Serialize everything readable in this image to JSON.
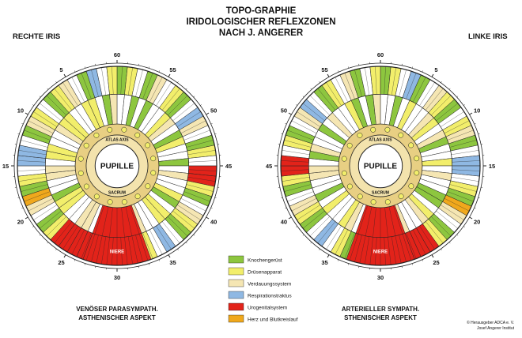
{
  "title_lines": [
    "TOPO-GRAPHIE",
    "IRIDOLOGISCHER REFLEXZONEN",
    "NACH J. ANGERER"
  ],
  "left_iris": {
    "label": "RECHTE IRIS",
    "pupil": "PUPILLE",
    "inner_top": "ATLAS AXIS",
    "inner_bottom": "SACRUM",
    "zone_label": "NIERE",
    "bottom_lines": [
      "VENÖSER PARASYMPATH.",
      "ASTHENISCHER ASPEKT"
    ],
    "clock": [
      {
        "label": "60",
        "hour": 0
      },
      {
        "label": "5",
        "hour": 1
      },
      {
        "label": "10",
        "hour": 2
      },
      {
        "label": "15",
        "hour": 3
      },
      {
        "label": "20",
        "hour": 4
      },
      {
        "label": "25",
        "hour": 5
      },
      {
        "label": "30",
        "hour": 6
      },
      {
        "label": "35",
        "hour": 7
      },
      {
        "label": "40",
        "hour": 8
      },
      {
        "label": "45",
        "hour": 9
      },
      {
        "label": "50",
        "hour": 10
      },
      {
        "label": "55",
        "hour": 11
      }
    ]
  },
  "right_iris": {
    "label": "LINKE IRIS",
    "pupil": "PUPILLE",
    "inner_top": "ATLAS AXIS",
    "inner_bottom": "SACRUM",
    "zone_label": "NIERE",
    "bottom_lines": [
      "ARTERIELLER SYMPATH.",
      "STHENISCHER ASPEKT"
    ],
    "clock": [
      {
        "label": "60",
        "hour": 0
      },
      {
        "label": "5",
        "hour": 1
      },
      {
        "label": "10",
        "hour": 2
      },
      {
        "label": "15",
        "hour": 3
      },
      {
        "label": "20",
        "hour": 4
      },
      {
        "label": "25",
        "hour": 5
      },
      {
        "label": "30",
        "hour": 6
      },
      {
        "label": "35",
        "hour": 7
      },
      {
        "label": "40",
        "hour": 8
      },
      {
        "label": "45",
        "hour": 9
      },
      {
        "label": "50",
        "hour": 10
      },
      {
        "label": "55",
        "hour": 11
      }
    ]
  },
  "legend": [
    {
      "label": "Knochengerüst",
      "color": "#8dc63f"
    },
    {
      "label": "Drüsenapparat",
      "color": "#f2ee6b"
    },
    {
      "label": "Verdauungssystem",
      "color": "#f5e6b3"
    },
    {
      "label": "Respirationstraktus",
      "color": "#8fb8e3"
    },
    {
      "label": "Urogenitalsystem",
      "color": "#e2231a"
    },
    {
      "label": "Herz und Blutkreislauf",
      "color": "#f0a81c"
    }
  ],
  "copyright_lines": [
    "© Herausgeber ADCA e. V.",
    "Josef Angerer Institut"
  ],
  "colors": {
    "line": "#222222",
    "tan": "#e8cf83",
    "tan_light": "#f3e3ad",
    "white": "#ffffff"
  }
}
